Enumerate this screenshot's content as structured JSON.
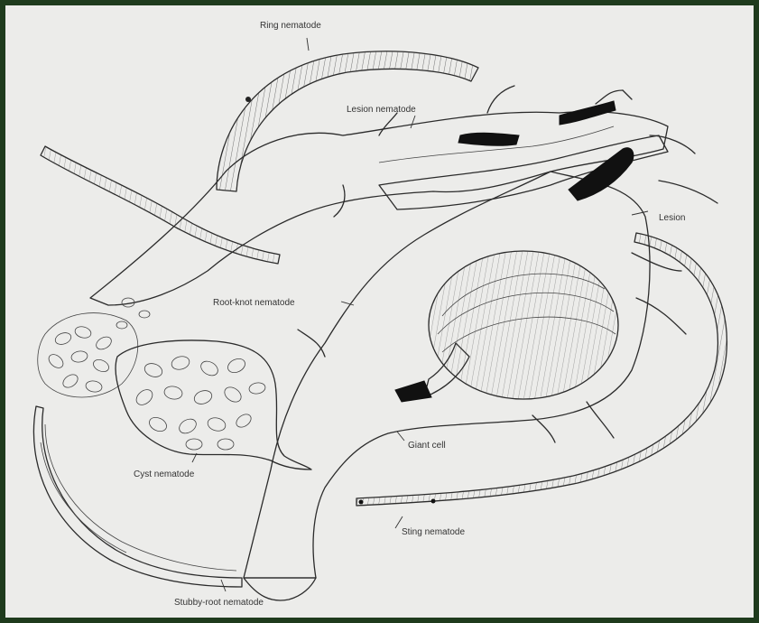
{
  "labels": {
    "ring": "Ring nematode",
    "lesion_nematode": "Lesion nematode",
    "lesion": "Lesion",
    "root_knot": "Root-knot nematode",
    "giant_cell": "Giant cell",
    "cyst": "Cyst nematode",
    "sting": "Sting nematode",
    "stubby_root": "Stubby-root nematode"
  },
  "colors": {
    "frame": "#1f3b1d",
    "paper": "#ececea",
    "ink": "#2b2b2b"
  }
}
